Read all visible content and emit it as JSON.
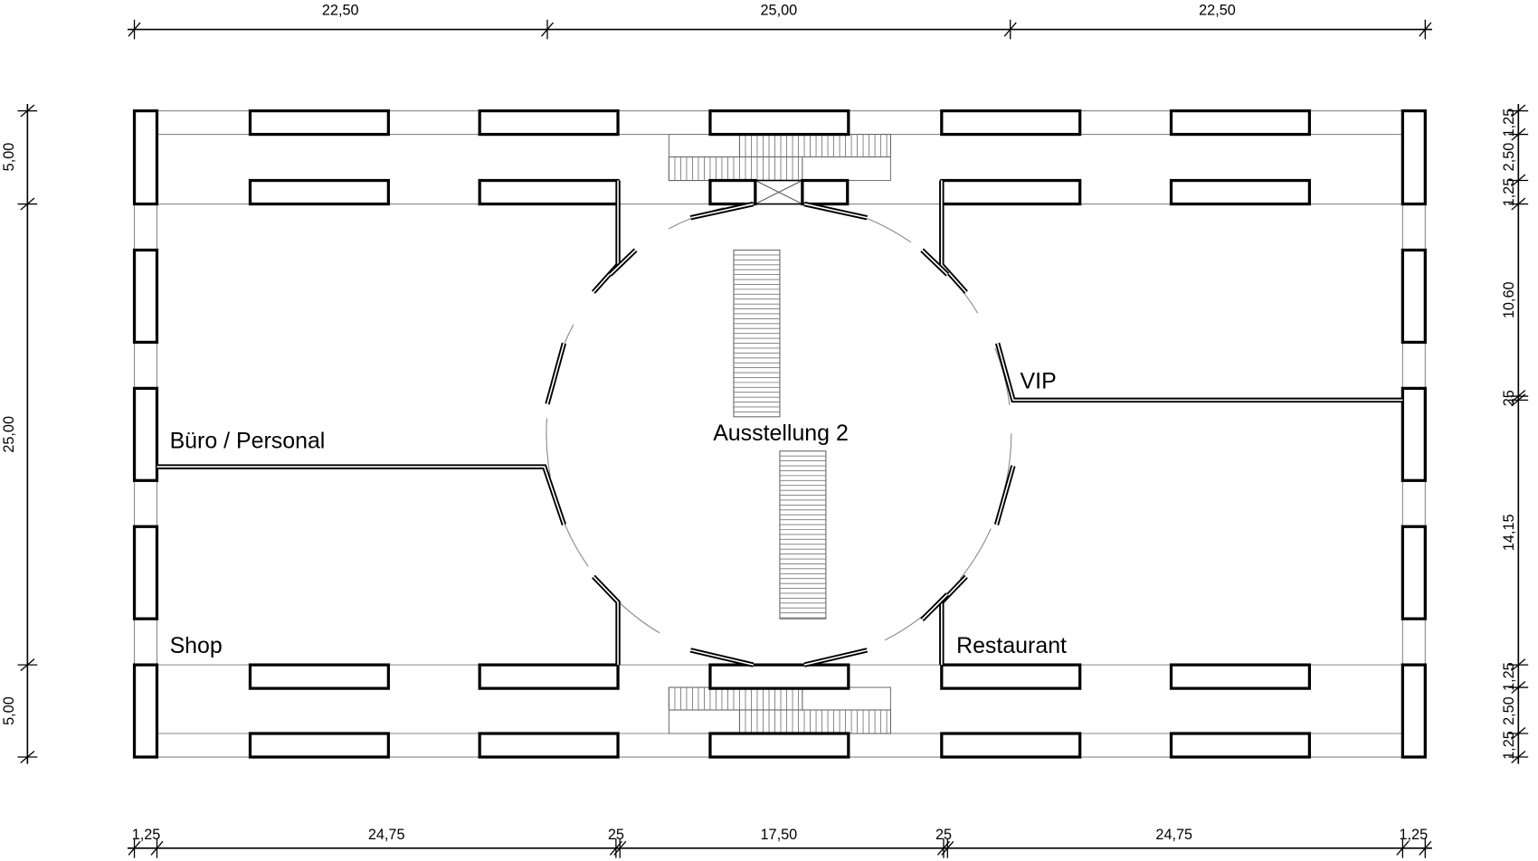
{
  "rooms": {
    "center": "Ausstellung 2",
    "office": "Büro / Personal",
    "vip": "VIP",
    "shop": "Shop",
    "restaurant": "Restaurant"
  },
  "dimensions": {
    "top": [
      "22,50",
      "25,00",
      "22,50"
    ],
    "bottom": [
      "1,25",
      "24,75",
      "25",
      "17,50",
      "25",
      "24,75",
      "1,25"
    ],
    "left": [
      "5,00",
      "25,00",
      "5,00"
    ],
    "right": [
      "1,25",
      "2,50",
      "1,25",
      "10,60",
      "25",
      "14,15",
      "1,25",
      "2,50",
      "1,25"
    ]
  }
}
